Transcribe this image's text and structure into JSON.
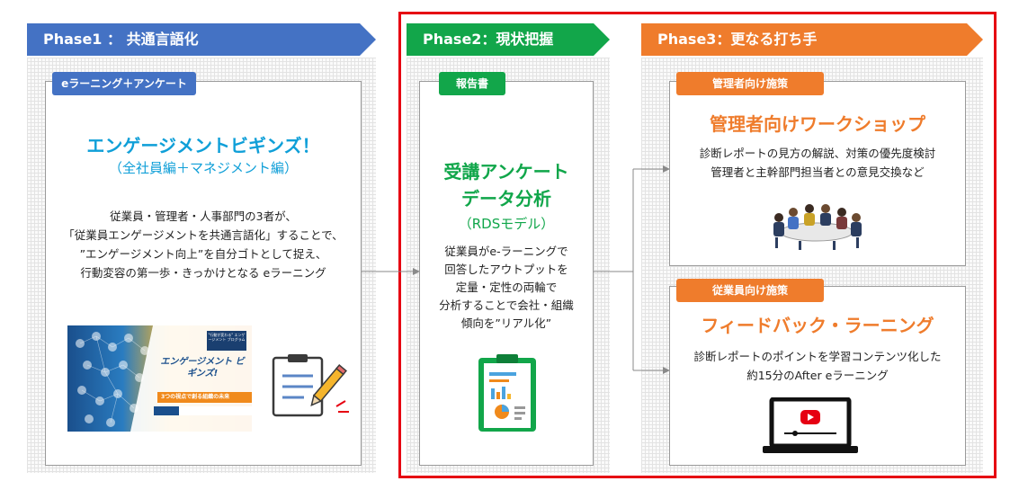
{
  "phase1": {
    "header": "Phase1 ： 共通言語化",
    "tag": "eラーニング＋アンケート",
    "title": "エンゲージメントビギンズ！",
    "subtitle": "（全社員編＋マネジメント編）",
    "body": [
      "従業員・管理者・人事部門の3者が、",
      "「従業員エンゲージメントを共通言語化」することで、",
      "”エンゲージメント向上”を自分ゴトとして捉え、",
      "行動変容の第一歩・きっかけとなる eラーニング"
    ],
    "banner": {
      "badge": "\"行動が変わる\" エンゲージメント プログラム",
      "title": "エンゲージメント ビギンズ!",
      "strip": "3つの視点で創る組織の未来"
    }
  },
  "phase2": {
    "header": "Phase2：現状把握",
    "tag": "報告書",
    "title_lines": [
      "受講アンケート",
      "データ分析"
    ],
    "subtitle": "（RDSモデル）",
    "body": [
      "従業員がe-ラーニングで",
      "回答したアウトプットを",
      "定量・定性の両輪で",
      "分析することで会社・組織",
      "傾向を”リアル化”"
    ]
  },
  "phase3": {
    "header": "Phase3：更なる打ち手",
    "manager": {
      "tag": "管理者向け施策",
      "title": "管理者向けワークショップ",
      "body": [
        "診断レポートの見方の解説、対策の優先度検討",
        "管理者と主幹部門担当者との意見交換など"
      ]
    },
    "employee": {
      "tag": "従業員向け施策",
      "title": "フィードバック・ラーニング",
      "body": [
        "診断レポートのポイントを学習コンテンツ化した",
        "約15分のAfter eラーニング"
      ]
    }
  },
  "colors": {
    "phase1": "#4472c4",
    "phase2": "#12a64a",
    "phase3": "#ef7c2c",
    "frame": "#e60012"
  }
}
